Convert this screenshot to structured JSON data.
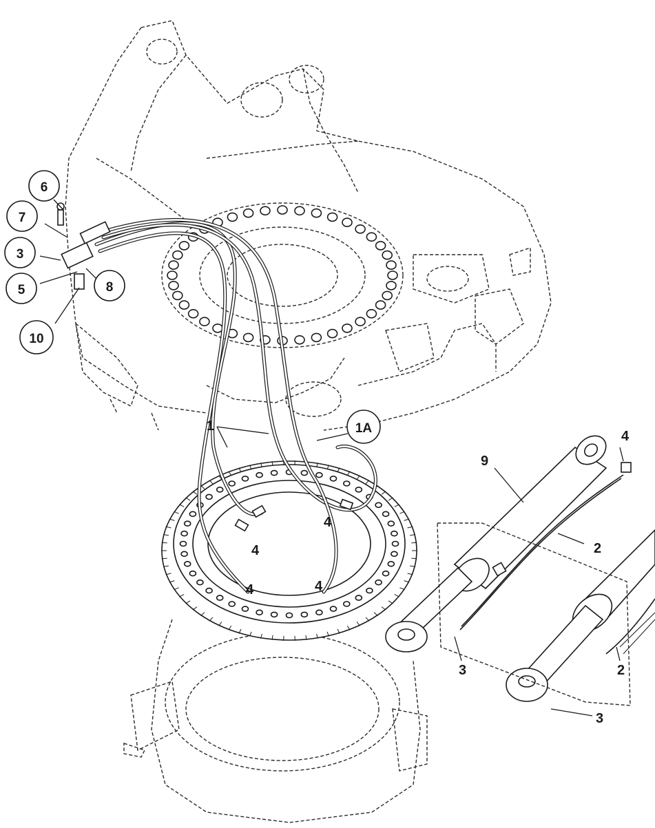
{
  "callouts": {
    "c6": "6",
    "c7": "7",
    "c3_left": "3",
    "c5": "5",
    "c8": "8",
    "c10": "10",
    "c1A": "1A"
  },
  "labels": {
    "l1": "1",
    "l9": "9",
    "l4_top": "4",
    "l4_ring_right": "4",
    "l4_ring_left": "4",
    "l4_ring_bottom_left": "4",
    "l4_ring_bottom_right": "4",
    "l2_upper": "2",
    "l2_lower": "2",
    "l3_mid": "3",
    "l3_bottom": "3"
  }
}
